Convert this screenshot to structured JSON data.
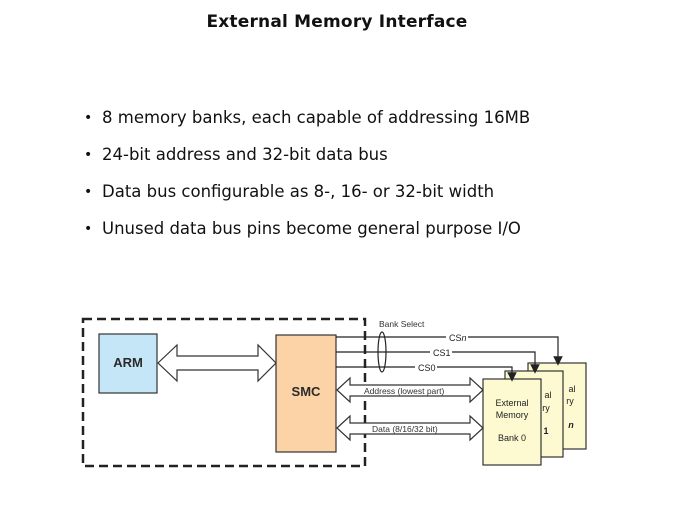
{
  "title": "External Memory Interface",
  "bullets": [
    "8 memory banks, each capable of addressing 16MB",
    "24-bit address and 32-bit data bus",
    "Data bus configurable as 8-, 16- or 32-bit width",
    "Unused data bus pins become general purpose I/O"
  ],
  "diagram": {
    "arm_label": "ARM",
    "smc_label": "SMC",
    "bank_select_label": "Bank Select",
    "cs_lines": [
      "CSn",
      "CS1",
      "CS0"
    ],
    "address_bus_label": "Address (lowest part)",
    "data_bus_label": "Data (8/16/32 bit)",
    "memory_banks": [
      {
        "line1": "External",
        "line2": "Memory",
        "line3": "Bank 0"
      },
      {
        "line1": "al",
        "line2": "ry",
        "line3": "1"
      },
      {
        "line1": "al",
        "line2": "ry",
        "line3": "n"
      }
    ],
    "colors": {
      "arm_fill": "#c5e6f7",
      "smc_fill": "#fbd3a6",
      "memory_fill": "#fdfad2"
    }
  }
}
